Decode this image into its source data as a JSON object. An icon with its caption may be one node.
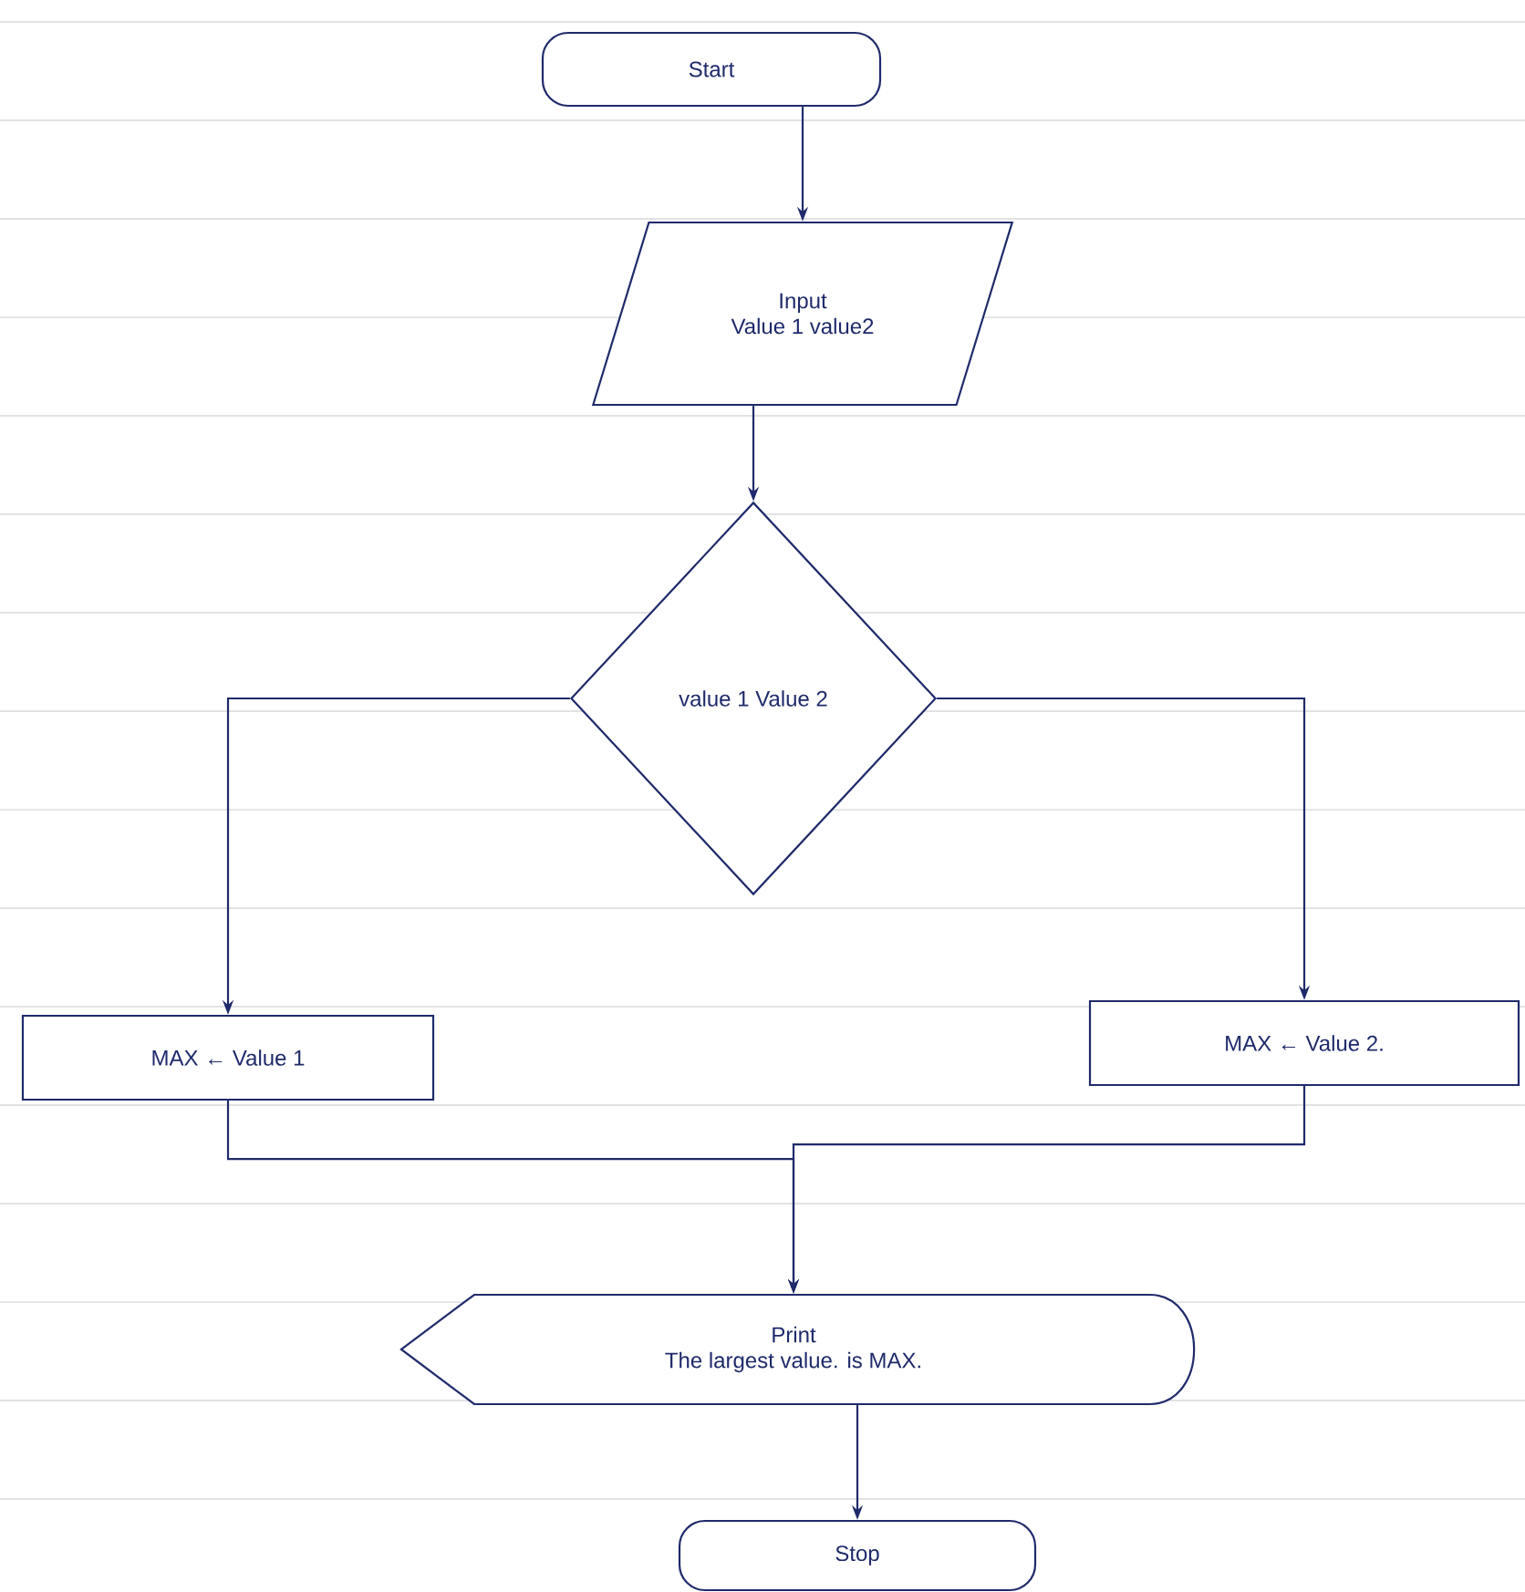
{
  "diagram": {
    "nodes": [
      {
        "text": [
          "Start"
        ]
      },
      {
        "text": [
          "Input",
          "Value 1 value2"
        ]
      },
      {
        "text": [
          "value 1 Value 2"
        ]
      },
      {
        "text": [
          "MAX ← Value 1"
        ]
      },
      {
        "text": [
          "MAX ← Value 2."
        ]
      },
      {
        "text": [
          "Print",
          "The largest value. is MAX."
        ]
      },
      {
        "text": [
          "Stop"
        ]
      }
    ],
    "edges": [
      {
        "from": 0,
        "to": 1,
        "arrow": "to"
      },
      {
        "from": 1,
        "to": 2,
        "arrow": "to"
      },
      {
        "from": 2,
        "to": 3,
        "arrow": "to"
      },
      {
        "from": 2,
        "to": 4,
        "arrow": "to"
      },
      {
        "from": 3,
        "to": 5,
        "arrow": "to"
      },
      {
        "from": 4,
        "to": 5,
        "arrow": "to"
      },
      {
        "from": 5,
        "to": 6,
        "arrow": "to"
      }
    ]
  }
}
